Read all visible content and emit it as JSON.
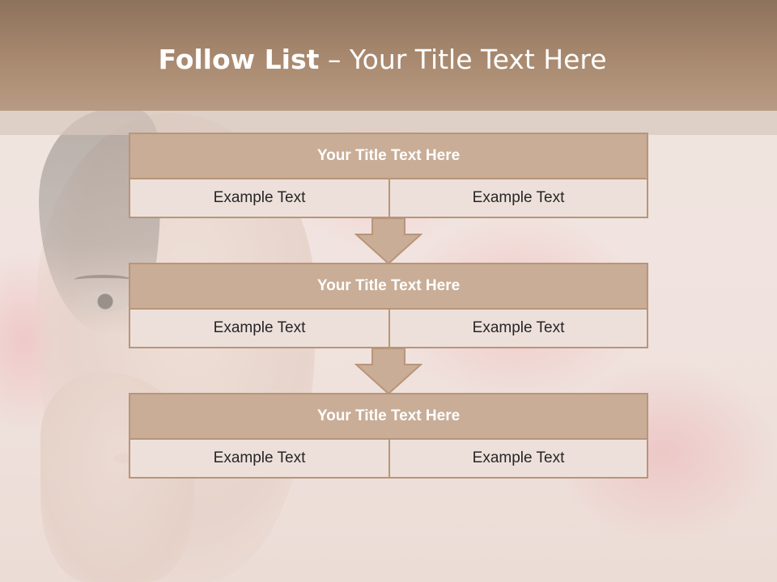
{
  "slide": {
    "title_bold": "Follow List",
    "title_rest": " – Your Title Text Here"
  },
  "blocks": [
    {
      "title": "Your Title Text Here",
      "left": "Example Text",
      "right": "Example Text"
    },
    {
      "title": "Your Title Text Here",
      "left": "Example Text",
      "right": "Example Text"
    },
    {
      "title": "Your Title Text Here",
      "left": "Example Text",
      "right": "Example Text"
    }
  ],
  "colors": {
    "header": "#a98a70",
    "block_title_fill": "#c9ad96",
    "block_cell_fill": "#ede0da",
    "border": "#b8957a"
  }
}
